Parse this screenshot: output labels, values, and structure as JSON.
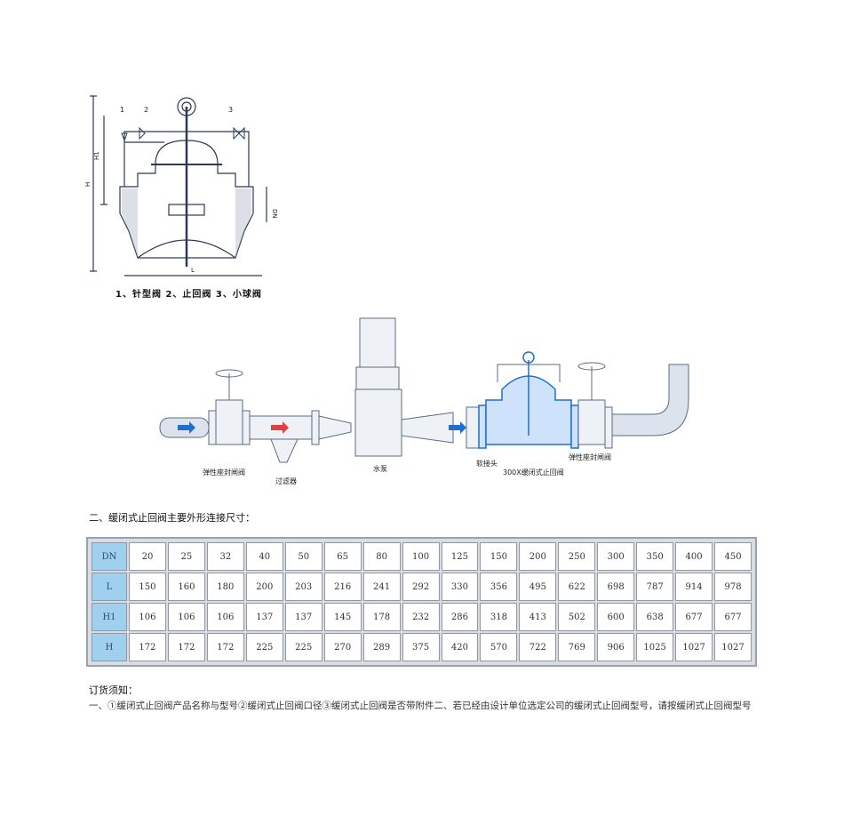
{
  "top_diagram": {
    "callouts": [
      "1",
      "2",
      "3"
    ],
    "dim_labels": {
      "h1": "H1",
      "h": "H",
      "dn": "DN",
      "l": "L"
    },
    "caption": "1、针型阀  2、止回阀  3、小球阀"
  },
  "install_diagram": {
    "labels": {
      "gate_valve_left": "弹性座封闸阀",
      "filter": "过滤器",
      "pump": "水泵",
      "soft_joint": "软接头",
      "check_valve": "300X缓闭式止回阀",
      "gate_valve_right": "弹性座封闸阀"
    }
  },
  "section_title": "二、缓闭式止回阀主要外形连接尺寸：",
  "dimension_table": {
    "rows": [
      {
        "header": "DN",
        "values": [
          "20",
          "25",
          "32",
          "40",
          "50",
          "65",
          "80",
          "100",
          "125",
          "150",
          "200",
          "250",
          "300",
          "350",
          "400",
          "450"
        ]
      },
      {
        "header": "L",
        "values": [
          "150",
          "160",
          "180",
          "200",
          "203",
          "216",
          "241",
          "292",
          "330",
          "356",
          "495",
          "622",
          "698",
          "787",
          "914",
          "978"
        ]
      },
      {
        "header": "H1",
        "values": [
          "106",
          "106",
          "106",
          "137",
          "137",
          "145",
          "178",
          "232",
          "286",
          "318",
          "413",
          "502",
          "600",
          "638",
          "677",
          "677"
        ]
      },
      {
        "header": "H",
        "values": [
          "172",
          "172",
          "172",
          "225",
          "225",
          "270",
          "289",
          "375",
          "420",
          "570",
          "722",
          "769",
          "906",
          "1025",
          "1027",
          "1027"
        ]
      }
    ]
  },
  "order_title": "订货须知：",
  "order_text": "一、①缓闭式止回阀产品名称与型号②缓闭式止回阀口径③缓闭式止回阀是否带附件二、若已经由设计单位选定公司的缓闭式止回阀型号，请按缓闭式止回阀型号",
  "colors": {
    "outline": "#2b3a55",
    "valve_blue": "#1e6fd0",
    "pipe": "#5a6b82",
    "table_header": "#9fd0ee"
  }
}
